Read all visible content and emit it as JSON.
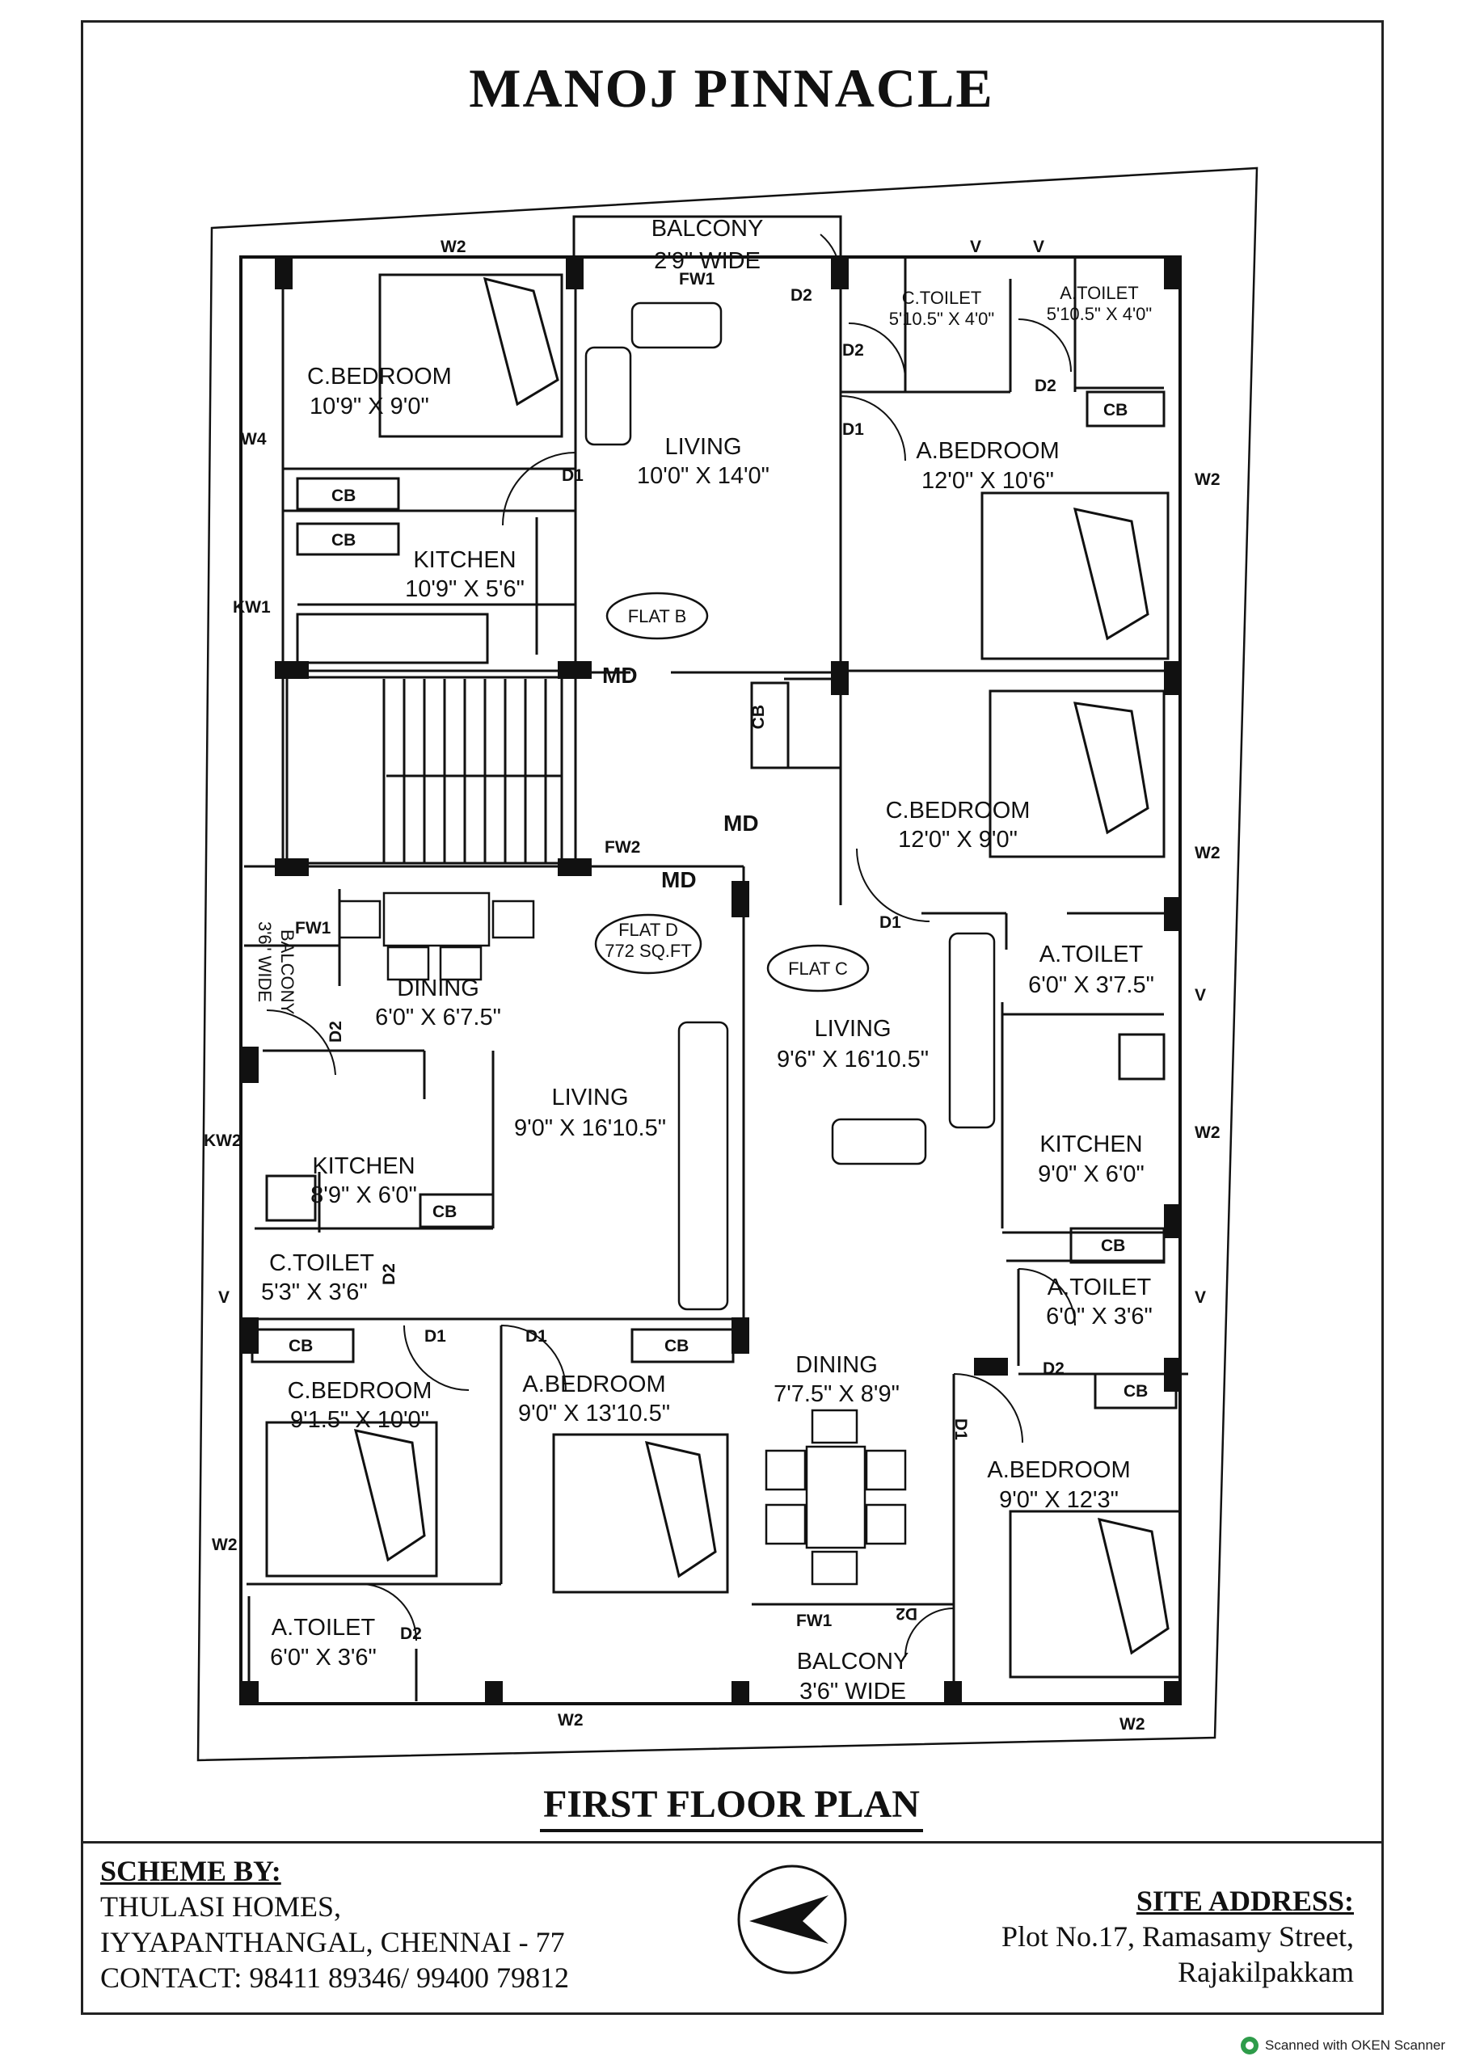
{
  "title": "MANOJ PINNACLE",
  "floor_title": "FIRST FLOOR PLAN",
  "scheme": {
    "heading": "SCHEME BY:",
    "lines": [
      "THULASI HOMES,",
      "IYYAPANTHANGAL, CHENNAI - 77",
      "CONTACT: 98411 89346/ 99400 79812"
    ]
  },
  "site": {
    "heading": "SITE ADDRESS:",
    "lines": [
      "Plot No.17, Ramasamy Street,",
      "Rajakilpakkam"
    ]
  },
  "scanner_note": "Scanned with OKEN Scanner",
  "flats": {
    "b": "FLAT B",
    "c": "FLAT C",
    "d": "FLAT D",
    "d_area": "772 SQ.FT"
  },
  "rooms": {
    "balcony_top": "BALCONY",
    "balcony_top_size": "2'9\" WIDE",
    "cbed_b": "C.BEDROOM",
    "cbed_b_size": "10'9\" X 9'0\"",
    "living_b": "LIVING",
    "living_b_size": "10'0\" X 14'0\"",
    "ctoilet_b": "C.TOILET",
    "ctoilet_b_size": "5'10.5\" X 4'0\"",
    "atoilet_b": "A.TOILET",
    "atoilet_b_size": "5'10.5\" X 4'0\"",
    "abed_b": "A.BEDROOM",
    "abed_b_size": "12'0\" X 10'6\"",
    "kitchen_b": "KITCHEN",
    "kitchen_b_size": "10'9\" X 5'6\"",
    "cbed_c": "C.BEDROOM",
    "cbed_c_size": "12'0\" X 9'0\"",
    "atoilet_c1": "A.TOILET",
    "atoilet_c1_size": "6'0\" X 3'7.5\"",
    "living_c": "LIVING",
    "living_c_size": "9'6\" X 16'10.5\"",
    "kitchen_c": "KITCHEN",
    "kitchen_c_size": "9'0\" X 6'0\"",
    "atoilet_c2": "A.TOILET",
    "atoilet_c2_size": "6'0\" X 3'6\"",
    "dining_c": "DINING",
    "dining_c_size": "7'7.5\" X 8'9\"",
    "abed_c": "A.BEDROOM",
    "abed_c_size": "9'0\" X 12'3\"",
    "balcony_bottom": "BALCONY",
    "balcony_bottom_size": "3'6\" WIDE",
    "balcony_d": "BALCONY",
    "balcony_d_size": "3'6\" WIDE",
    "dining_d": "DINING",
    "dining_d_size": "6'0\" X 6'7.5\"",
    "living_d": "LIVING",
    "living_d_size": "9'0\" X 16'10.5\"",
    "kitchen_d": "KITCHEN",
    "kitchen_d_size": "8'9\" X 6'0\"",
    "ctoilet_d": "C.TOILET",
    "ctoilet_d_size": "5'3\" X 3'6\"",
    "cbed_d": "C.BEDROOM",
    "cbed_d_size": "9'1.5\" X 10'0\"",
    "abed_d": "A.BEDROOM",
    "abed_d_size": "9'0\" X 13'10.5\"",
    "atoilet_d": "A.TOILET",
    "atoilet_d_size": "6'0\" X 3'6\""
  },
  "tags": {
    "w2": "W2",
    "w4": "W4",
    "kw1": "KW1",
    "kw2": "KW2",
    "fw1": "FW1",
    "fw2": "FW2",
    "v": "V",
    "cb": "CB",
    "d1": "D1",
    "d2": "D2",
    "md": "MD"
  }
}
